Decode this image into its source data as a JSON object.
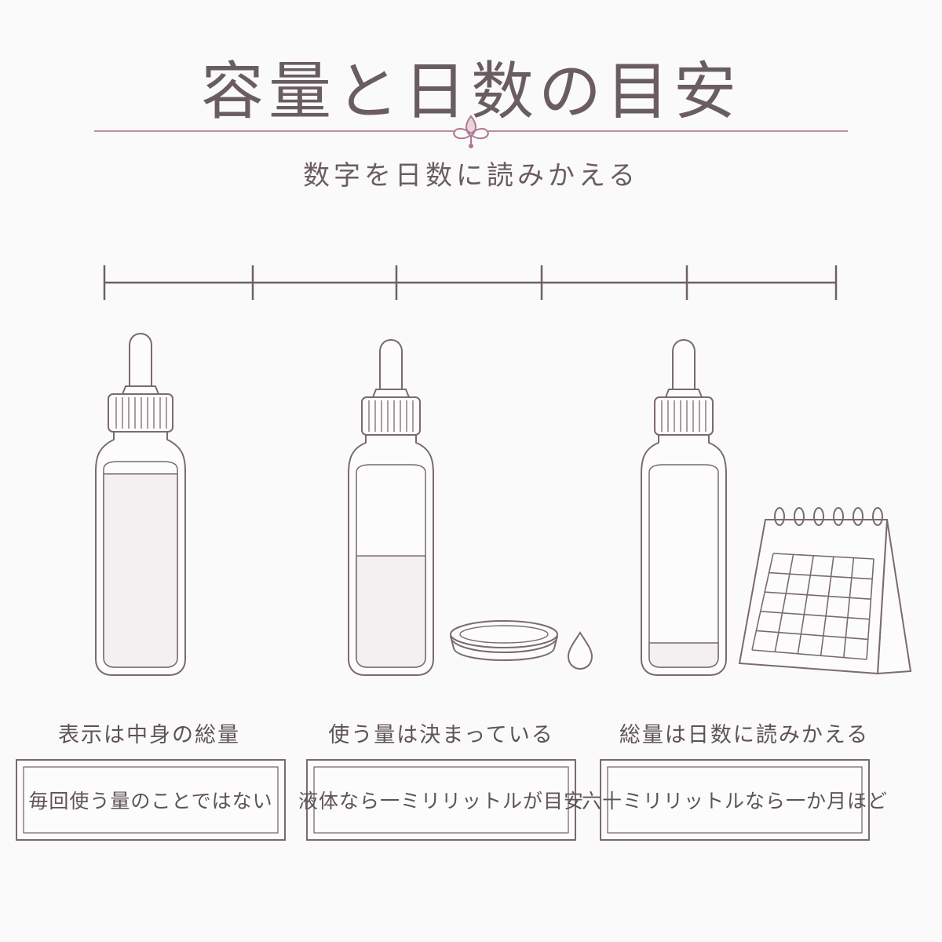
{
  "header": {
    "title": "容量と日数の目安",
    "subtitle": "数字を日数に読みかえる"
  },
  "colors": {
    "accent": "#c48aa1",
    "line": "#7a6a6e",
    "text": "#5e5356",
    "background": "#fbfafb"
  },
  "steps": [
    {
      "caption": "表示は中身の総量",
      "note": "毎回使う量のことではない",
      "bottle_fill_fraction": 0.94,
      "illustration_icons": [
        "dropper-bottle-icon"
      ]
    },
    {
      "caption": "使う量は決まっている",
      "note": "液体なら一ミリリットルが目安",
      "bottle_fill_fraction": 0.55,
      "illustration_icons": [
        "dropper-bottle-icon",
        "dish-icon",
        "droplet-icon"
      ]
    },
    {
      "caption": "総量は日数に読みかえる",
      "note": "六十ミリリットルなら一か月ほど",
      "bottle_fill_fraction": 0.12,
      "illustration_icons": [
        "dropper-bottle-icon",
        "calendar-icon"
      ]
    }
  ],
  "timeline": {
    "segments": 5
  }
}
